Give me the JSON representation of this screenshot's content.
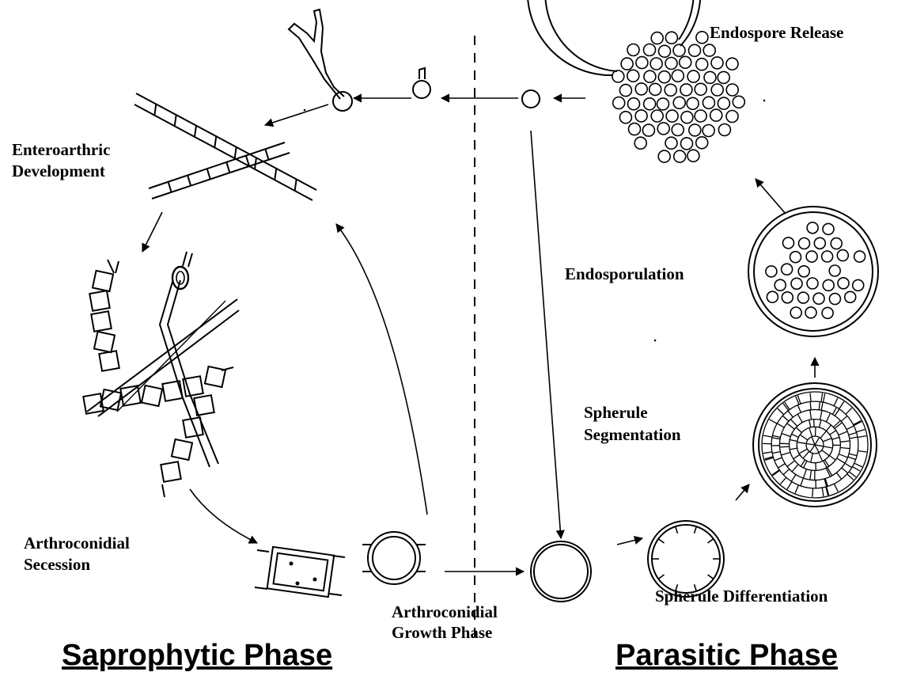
{
  "labels": {
    "endospore_release": "Endospore Release",
    "enteroarthric_1": "Enteroarthric",
    "enteroarthric_2": "Development",
    "endosporulation": "Endosporulation",
    "spherule_segmentation_1": "Spherule",
    "spherule_segmentation_2": "Segmentation",
    "arthroconidial_secession_1": "Arthroconidial",
    "arthroconidial_secession_2": "Secession",
    "arthroconidial_growth_1": "Arthroconidial",
    "arthroconidial_growth_2": "Growth Phase",
    "spherule_differentiation": "Spherule Differentiation"
  },
  "phases": {
    "saprophytic": "Saprophytic Phase",
    "parasitic": "Parasitic Phase"
  }
}
